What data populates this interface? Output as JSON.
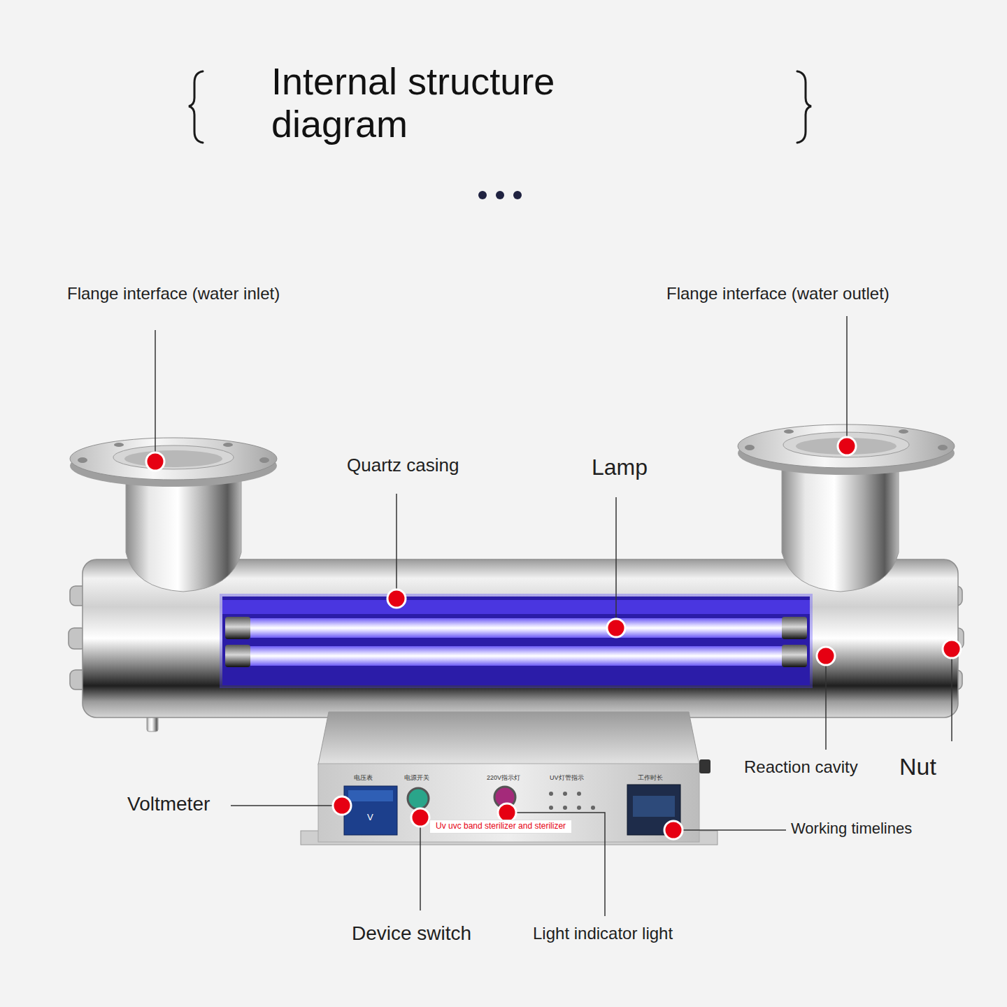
{
  "diagram": {
    "title": "Internal structure diagram",
    "labels": [
      "Flange interface (water inlet)",
      "Flange interface (water outlet)",
      "Quartz casing",
      "Lamp",
      "Reaction cavity",
      "Nut",
      "Voltmeter",
      "Working timelines",
      "Device switch",
      "Light indicator light",
      "Uv uvc band sterilizer and sterilizer",
      "电压表",
      "电源开关",
      "220V指示灯",
      "UV灯管指示",
      "工作时长",
      "V"
    ]
  }
}
